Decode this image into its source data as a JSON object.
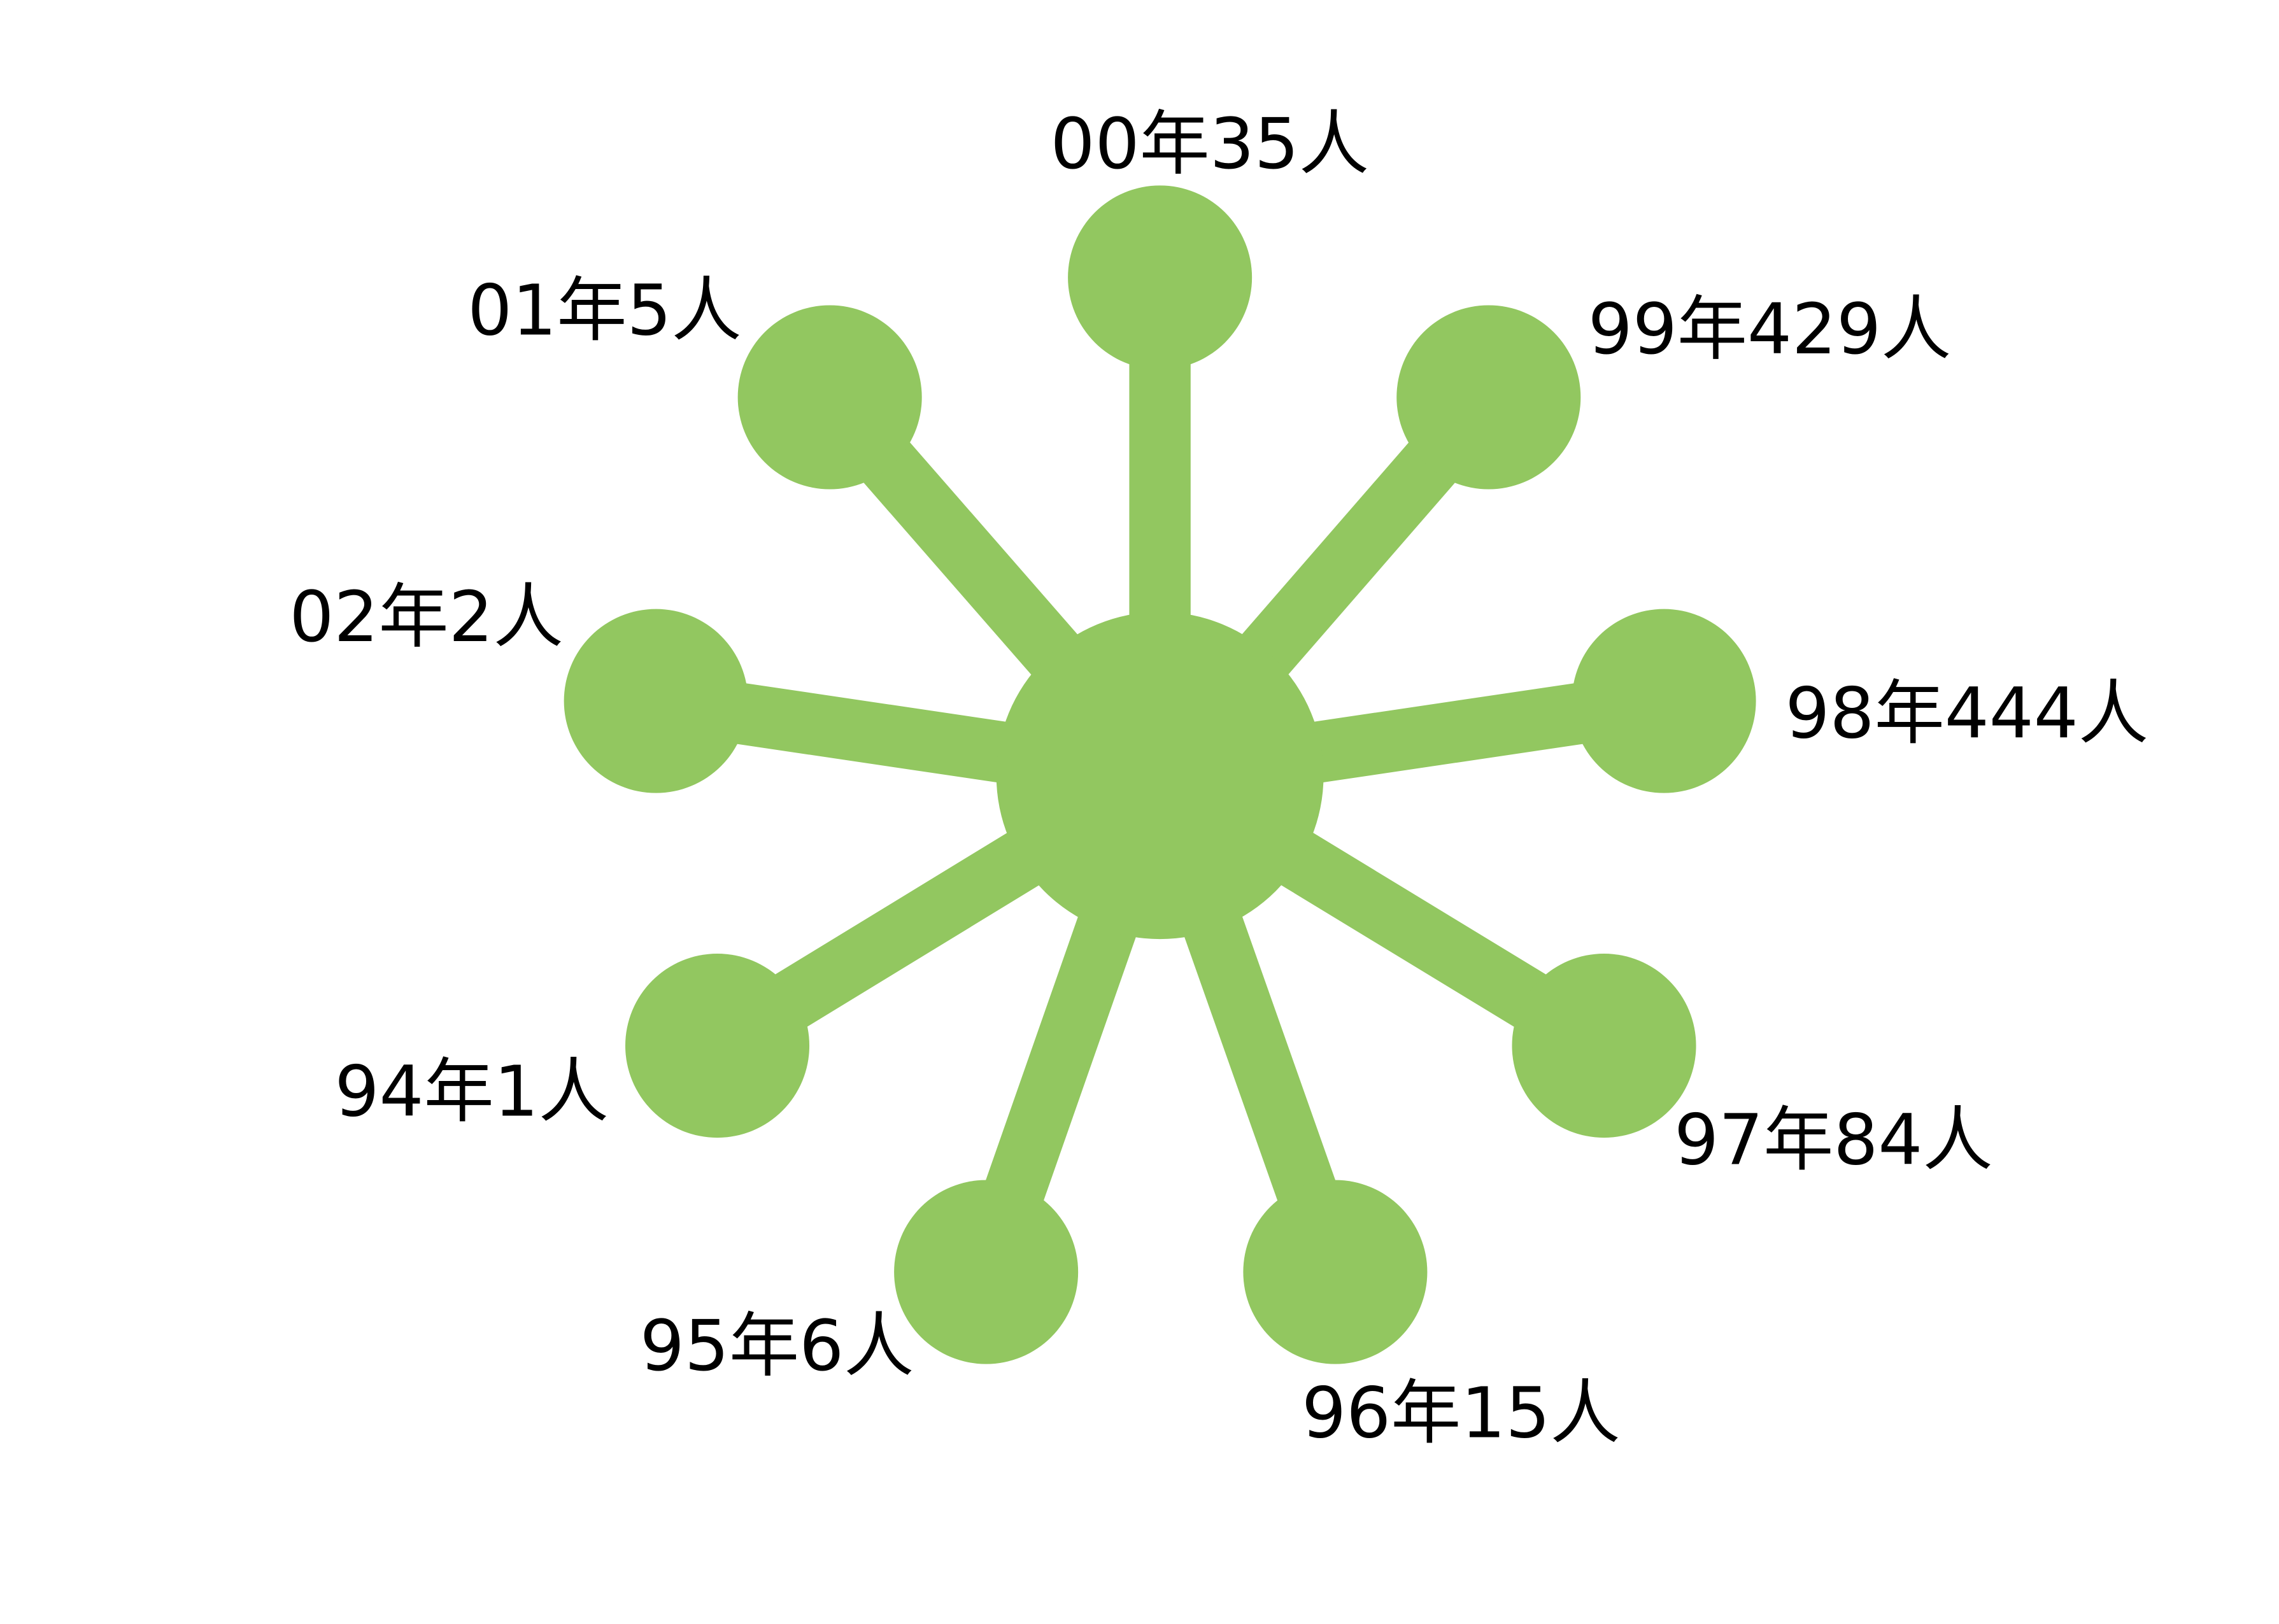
{
  "diagram": {
    "color": "#92C760",
    "nodes": [
      {
        "id": "00",
        "label": "00年35人",
        "year": "00",
        "count": 35
      },
      {
        "id": "99",
        "label": "99年429人",
        "year": "99",
        "count": 429
      },
      {
        "id": "98",
        "label": "98年444人",
        "year": "98",
        "count": 444
      },
      {
        "id": "97",
        "label": "97年84人",
        "year": "97",
        "count": 84
      },
      {
        "id": "96",
        "label": "96年15人",
        "year": "96",
        "count": 15
      },
      {
        "id": "95",
        "label": "95年6人",
        "year": "95",
        "count": 6
      },
      {
        "id": "94",
        "label": "94年1人",
        "year": "94",
        "count": 1
      },
      {
        "id": "02",
        "label": "02年2人",
        "year": "02",
        "count": 2
      },
      {
        "id": "01",
        "label": "01年5人",
        "year": "01",
        "count": 5
      }
    ]
  }
}
